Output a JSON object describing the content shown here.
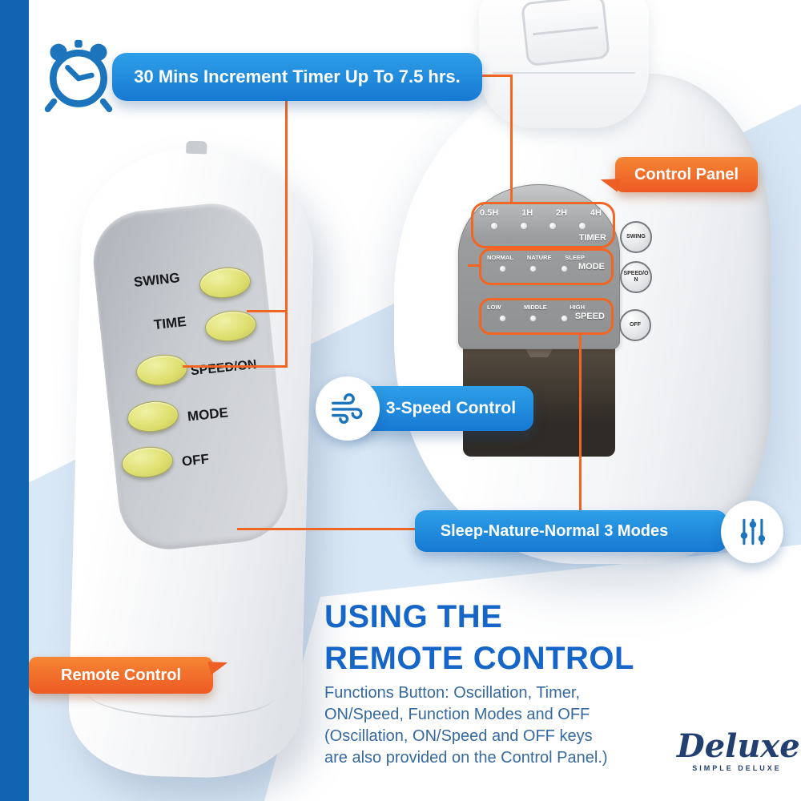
{
  "banners": {
    "timer": {
      "text": "30 Mins Increment Timer Up To 7.5 hrs."
    },
    "speed": {
      "text": "3-Speed Control"
    },
    "modes": {
      "text": "Sleep-Nature-Normal 3 Modes"
    }
  },
  "badges": {
    "control_panel": "Control Panel",
    "remote_control": "Remote Control"
  },
  "remote": {
    "rows": [
      {
        "label": "SWING"
      },
      {
        "label": "TIME"
      },
      {
        "label": "SPEED/ON"
      },
      {
        "label": "MODE"
      },
      {
        "label": "OFF"
      }
    ]
  },
  "panel": {
    "timer": {
      "labels": [
        "0.5H",
        "1H",
        "2H",
        "4H"
      ],
      "name": "TIMER"
    },
    "mode": {
      "labels": [
        "NORMAL",
        "NATURE",
        "SLEEP"
      ],
      "name": "MODE"
    },
    "speed": {
      "labels": [
        "LOW",
        "MIDDLE",
        "HIGH"
      ],
      "name": "SPEED"
    },
    "buttons": [
      "SWING",
      "SPEED/ON",
      "OFF"
    ]
  },
  "info": {
    "title_line1": "USING THE",
    "title_line2": "REMOTE CONTROL",
    "body_lines": [
      "Functions Button: Oscillation, Timer,",
      "ON/Speed, Function Modes and OFF",
      "(Oscillation, ON/Speed and OFF keys",
      "are also provided on the Control Panel.)"
    ]
  },
  "logo": {
    "wordmark": "Deluxe",
    "subtitle": "SIMPLE DELUXE"
  },
  "colors": {
    "accent_blue": "#1e8be0",
    "accent_orange": "#f26522",
    "icon_blue": "#1c75bc",
    "background_lightblue": "#d9e8f6",
    "edge_bar_blue": "#1165b0",
    "button_yellow": "#dfe070"
  }
}
